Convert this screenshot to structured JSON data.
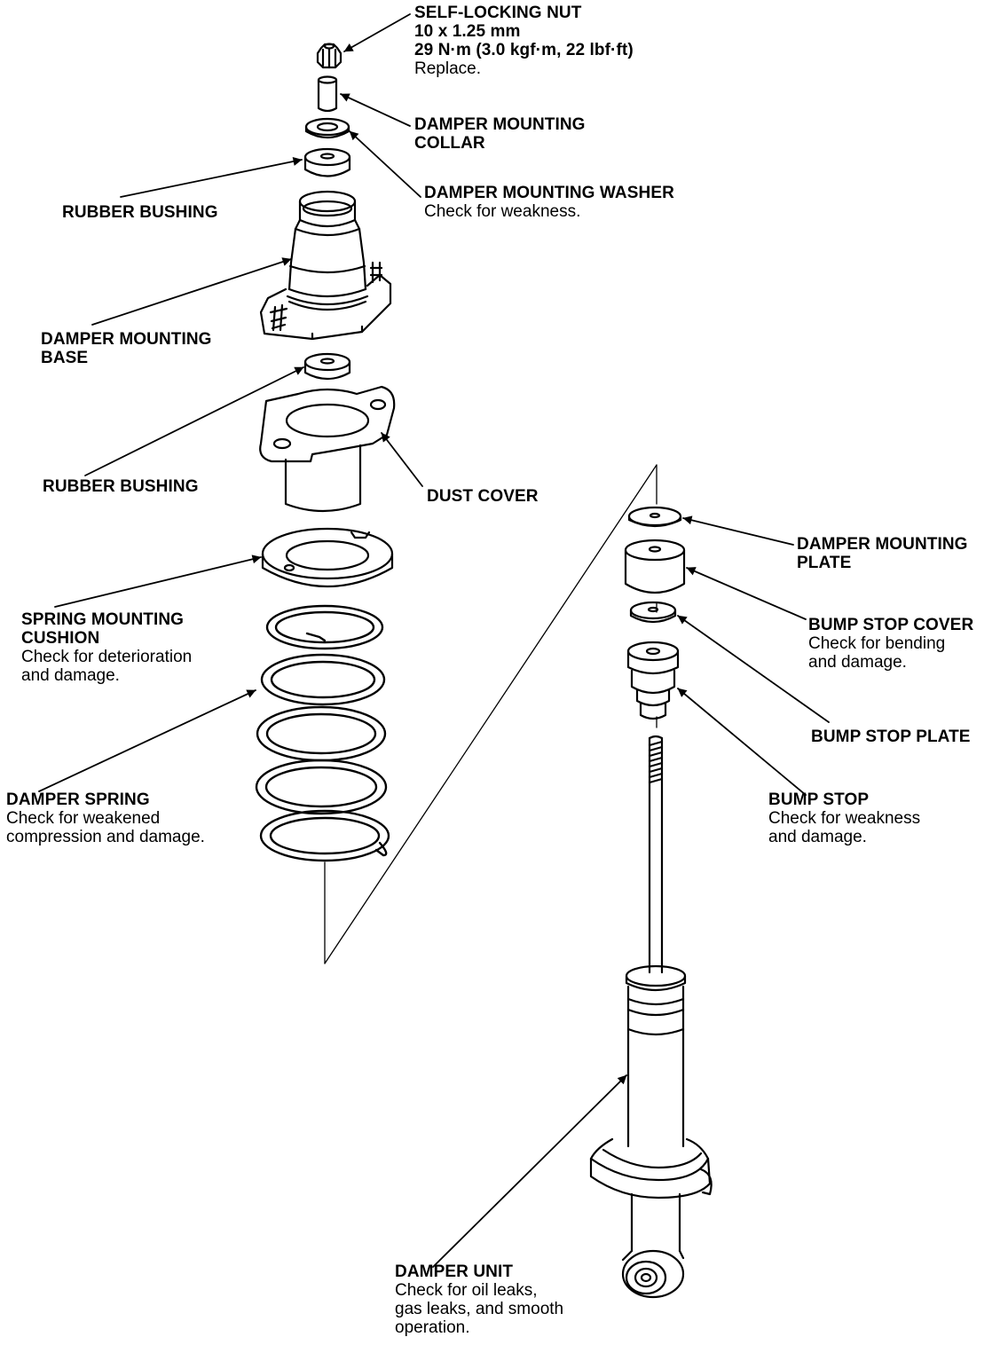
{
  "diagram": {
    "ink": "#000000",
    "paper": "#ffffff",
    "labels": {
      "self_locking_nut": {
        "title": "SELF-LOCKING NUT",
        "spec1": "10 x 1.25 mm",
        "spec2": "29 N·m (3.0 kgf·m, 22 lbf·ft)",
        "note": "Replace."
      },
      "damper_mounting_collar": {
        "line1": "DAMPER MOUNTING",
        "line2": "COLLAR"
      },
      "damper_mounting_washer": {
        "title": "DAMPER MOUNTING WASHER",
        "note": "Check for weakness."
      },
      "rubber_bushing_upper": {
        "title": "RUBBER BUSHING"
      },
      "damper_mounting_base": {
        "line1": "DAMPER MOUNTING",
        "line2": "BASE"
      },
      "rubber_bushing_lower": {
        "title": "RUBBER BUSHING"
      },
      "dust_cover": {
        "title": "DUST COVER"
      },
      "spring_mounting_cushion": {
        "line1": "SPRING MOUNTING",
        "line2": "CUSHION",
        "note1": "Check for deterioration",
        "note2": "and damage."
      },
      "damper_spring": {
        "title": "DAMPER SPRING",
        "note1": "Check for weakened",
        "note2": "compression and damage."
      },
      "damper_mounting_plate": {
        "line1": "DAMPER MOUNTING",
        "line2": "PLATE"
      },
      "bump_stop_cover": {
        "title": "BUMP STOP COVER",
        "note1": "Check for bending",
        "note2": "and damage."
      },
      "bump_stop_plate": {
        "title": "BUMP STOP PLATE"
      },
      "bump_stop": {
        "title": "BUMP STOP",
        "note1": "Check for weakness",
        "note2": "and damage."
      },
      "damper_unit": {
        "title": "DAMPER UNIT",
        "note1": "Check for oil leaks,",
        "note2": "gas leaks, and smooth",
        "note3": "operation."
      }
    }
  }
}
